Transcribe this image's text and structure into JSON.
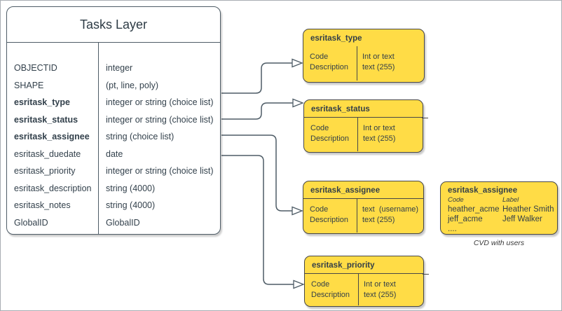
{
  "tasks_table": {
    "title": "Tasks Layer",
    "rows": [
      {
        "name": "OBJECTID",
        "type": "integer"
      },
      {
        "name": "SHAPE",
        "type": "(pt, line, poly)"
      },
      {
        "name": "esritask_type",
        "type": "integer or string (choice list)"
      },
      {
        "name": "esritask_status",
        "type": "integer or string (choice list)"
      },
      {
        "name": "esritask_assignee",
        "type": "string (choice list)"
      },
      {
        "name": "esritask_duedate",
        "type": "date"
      },
      {
        "name": "esritask_priority",
        "type": "integer or string (choice list)"
      },
      {
        "name": "esritask_description",
        "type": "string (4000)"
      },
      {
        "name": "esritask_notes",
        "type": "string (4000)"
      },
      {
        "name": "GlobalID",
        "type": "GlobalID"
      }
    ]
  },
  "choice_lists": [
    {
      "title": "esritask_type",
      "left": [
        "Code",
        "Description"
      ],
      "right": [
        "Int or text",
        "text (255)"
      ]
    },
    {
      "title": "esritask_status",
      "left": [
        "Code",
        "Description"
      ],
      "right": [
        "Int or text",
        "text (255)"
      ]
    },
    {
      "title": "esritask_assignee",
      "left": [
        "Code",
        "Description"
      ],
      "right": [
        "text  (username)",
        "text (255)"
      ]
    },
    {
      "title": "esritask_priority",
      "left": [
        "Code",
        "Description"
      ],
      "right": [
        "Int or text",
        "text (255)"
      ]
    }
  ],
  "cvd_box": {
    "title": "esritask_assignee",
    "col_headers": [
      "Code",
      "Label"
    ],
    "rows": [
      [
        "heather_acme",
        "Heather Smith"
      ],
      [
        "jeff_acme",
        "Jeff Walker"
      ]
    ],
    "ellipsis": "....",
    "caption": "CVD with users"
  },
  "colors": {
    "choice_box_fill": "#FFDC46",
    "choice_box_border": "#474747",
    "connector": "#4e5c66",
    "table_border": "#4e5c66",
    "text": "#33414c"
  }
}
